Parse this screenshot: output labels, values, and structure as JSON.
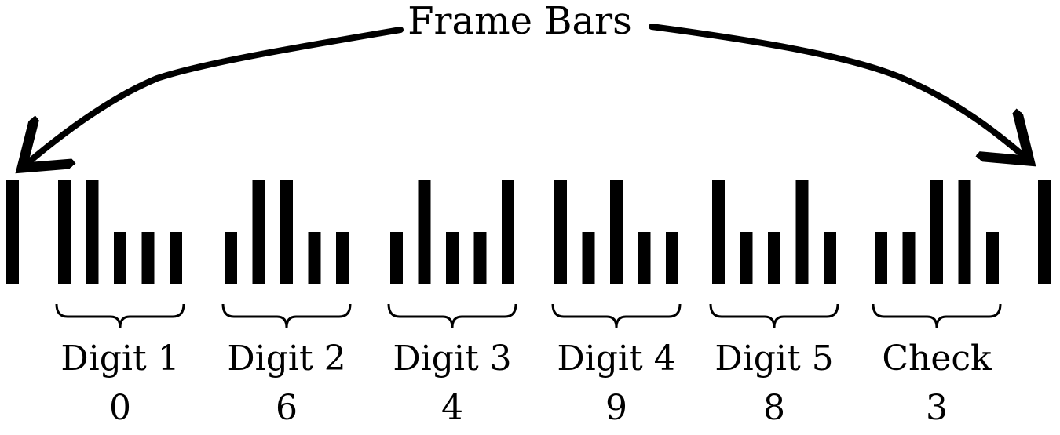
{
  "title": "Frame Bars",
  "colors": {
    "ink": "#000000",
    "background": "#ffffff"
  },
  "barcode": {
    "start_frame_bar": "full",
    "end_frame_bar": "full",
    "groups": [
      {
        "label": "Digit 1",
        "value": "0",
        "bars": [
          "full",
          "full",
          "half",
          "half",
          "half"
        ]
      },
      {
        "label": "Digit 2",
        "value": "6",
        "bars": [
          "half",
          "full",
          "full",
          "half",
          "half"
        ]
      },
      {
        "label": "Digit 3",
        "value": "4",
        "bars": [
          "half",
          "full",
          "half",
          "half",
          "full"
        ]
      },
      {
        "label": "Digit 4",
        "value": "9",
        "bars": [
          "full",
          "half",
          "full",
          "half",
          "half"
        ]
      },
      {
        "label": "Digit 5",
        "value": "8",
        "bars": [
          "full",
          "half",
          "half",
          "full",
          "half"
        ]
      },
      {
        "label": "Check",
        "value": "3",
        "bars": [
          "half",
          "half",
          "full",
          "full",
          "half"
        ]
      }
    ]
  }
}
